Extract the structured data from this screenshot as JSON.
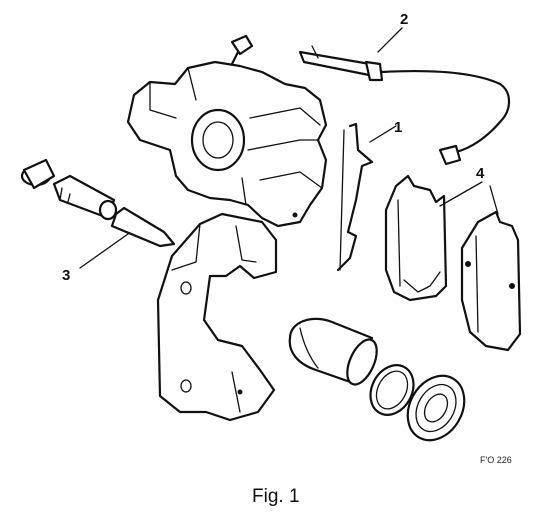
{
  "callouts": {
    "wear_sensor": "2",
    "pad_spring": "1",
    "brake_pads": "4",
    "guide_pin": "3"
  },
  "reference_code": "F'O 226",
  "caption": "Fig.  1"
}
